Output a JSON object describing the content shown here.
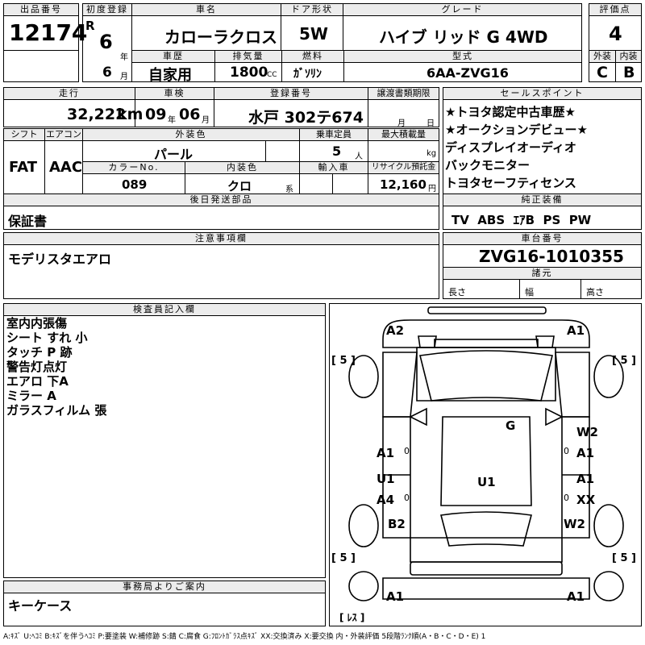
{
  "header": {
    "lot_label": "出品番号",
    "lot_no": "12174",
    "first_reg_label": "初度登録",
    "era": "R",
    "year": "6",
    "year_unit": "年",
    "month": "6",
    "month_unit": "月",
    "name_label": "車名",
    "name": "カローラクロス",
    "door_label": "ドア形状",
    "door": "5W",
    "grade_label": "グレード",
    "grade": "ハイブ リッド  G  4WD",
    "score_label": "評価点",
    "score": "4",
    "history_label": "車歴",
    "history": "自家用",
    "displacement_label": "排気量",
    "displacement": "1800",
    "displacement_unit": "CC",
    "fuel_label": "燃料",
    "fuel": "ｶﾞｿﾘﾝ",
    "model_label": "型式",
    "model": "6AA-ZVG16",
    "ext_label": "外装",
    "ext": "C",
    "int_label": "内装",
    "int": "B"
  },
  "row2": {
    "mileage_label": "走行",
    "mileage": "32,222",
    "mileage_unit": "km",
    "inspection_label": "車検",
    "insp_year": "09",
    "insp_year_unit": "年",
    "insp_month": "06",
    "insp_month_unit": "月",
    "plate_label": "登録番号",
    "plate": "水戸 302テ674",
    "transfer_label": "譲渡書類期限",
    "transfer_month_unit": "月",
    "transfer_day_unit": "日"
  },
  "row3": {
    "shift_label": "シフト",
    "shift": "FAT",
    "ac_label": "エアコン",
    "ac": "AAC",
    "color_label": "外装色",
    "color": "パール",
    "capacity_label": "乗車定員",
    "capacity": "5",
    "capacity_unit": "人",
    "load_label": "最大積載量",
    "load_unit": "kg",
    "color_no_label": "カラーNo.",
    "color_no": "089",
    "int_color_label": "内装色",
    "int_color": "クロ",
    "int_color_suffix": "系",
    "import_label": "輸入車",
    "recycle_label": "リサイクル預託金",
    "recycle": "12,160",
    "recycle_unit": "円"
  },
  "sales_points": {
    "label": "セールスポイント",
    "items": [
      "★トヨタ認定中古車歴★",
      "★オークションデビュー★",
      "ディスプレイオーディオ",
      "バックモニター",
      "トヨタセーフティセンス"
    ]
  },
  "later_parts": {
    "label": "後日発送部品",
    "value": "保証書"
  },
  "equipment": {
    "label": "純正装備",
    "value": "TV  ABS  ｴｱB  PS  PW"
  },
  "notes": {
    "label": "注意事項欄",
    "value": "モデリスタエアロ"
  },
  "chassis": {
    "label": "車台番号",
    "value": "ZVG16-1010355"
  },
  "specs": {
    "label": "諸元",
    "length": "長さ",
    "width": "幅",
    "height": "高さ"
  },
  "inspector": {
    "label": "検査員記入欄",
    "items": [
      "室内内張傷",
      "シート すれ 小",
      "タッチ P 跡",
      "警告灯点灯",
      "エアロ 下A",
      "ミラー A",
      "ガラスフィルム 張"
    ]
  },
  "office": {
    "label": "事務局よりご案内",
    "value": "キーケース"
  },
  "diagram": {
    "marks": {
      "a2_top": "A2",
      "a1_top": "A1",
      "tire_fl": "[ 5 ]",
      "tire_fr": "[ 5 ]",
      "tire_rl": "[ 5 ]",
      "tire_rr": "[ 5 ]",
      "g": "G",
      "w2_r1": "W2",
      "a1_r1": "A1",
      "a1_l1": "A1",
      "u1_l": "U1",
      "a4_l": "A4",
      "u1_c": "U1",
      "a1_r2": "A1",
      "xx_r": "XX",
      "b2_l": "B2",
      "w2_r2": "W2",
      "a1_bl": "A1",
      "a1_br": "A1",
      "spare": "[ ﾚｽ ]",
      "zero1": "0",
      "zero2": "0",
      "zero3": "0",
      "zero4": "0"
    }
  },
  "legend": "A:ｷｽﾞ  U:ﾍｺﾐ  B:ｷｽﾞを伴うﾍｺﾐ  P:要塗装  W:補修跡  S:錆  C:腐食  G:ﾌﾛﾝﾄｶﾞﾗｽ点ｷｽﾞ  XX:交換済み  X:要交換   内・外装評価  5段階ﾗﾝｸ順(A・B・C・D・E) 1"
}
